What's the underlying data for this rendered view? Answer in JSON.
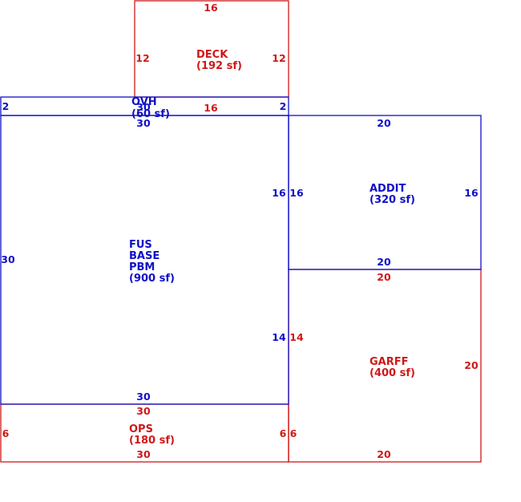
{
  "colors": {
    "blue": "#1010c8",
    "red": "#d01818"
  },
  "areas": {
    "deck": {
      "name": "DECK",
      "area": "(192 sf)",
      "top": "16",
      "left": "12",
      "right": "12",
      "bottom": "16"
    },
    "ovh": {
      "name": "OVH",
      "area": "(60 sf)",
      "left": "2",
      "right": "2",
      "overlap": "30"
    },
    "fus": {
      "line1": "FUS",
      "line2": "BASE",
      "line3": "PBM",
      "area": "(900 sf)",
      "top": "30",
      "left": "30",
      "right_upper": "16",
      "right_lower": "14",
      "bottom": "30"
    },
    "addit": {
      "name": "ADDIT",
      "area": "(320 sf)",
      "top": "20",
      "left": "16",
      "right": "16",
      "bottom": "20"
    },
    "garff": {
      "name": "GARFF",
      "area": "(400 sf)",
      "top": "20",
      "left": "14",
      "right": "20",
      "bottom": "20"
    },
    "ops": {
      "name": "OPS",
      "area": "(180 sf)",
      "top": "30",
      "left": "6",
      "right": "6",
      "bottom": "30"
    }
  }
}
